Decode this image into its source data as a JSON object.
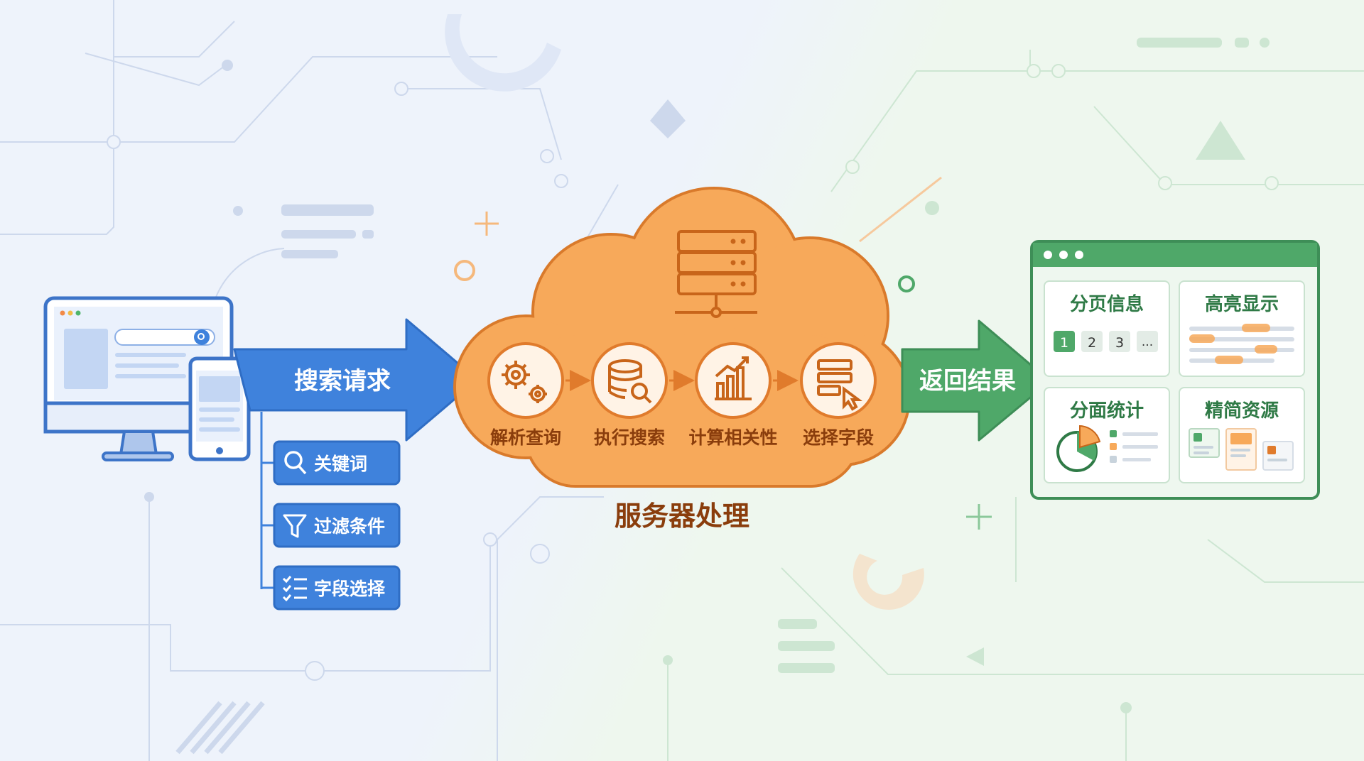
{
  "request": {
    "label": "搜索请求",
    "params": [
      {
        "label": "关键词",
        "icon": "search-icon"
      },
      {
        "label": "过滤条件",
        "icon": "filter-icon"
      },
      {
        "label": "字段选择",
        "icon": "checklist-icon"
      }
    ]
  },
  "server": {
    "title": "服务器处理",
    "icon": "server-icon",
    "steps": [
      {
        "label": "解析查询",
        "icon": "gears-icon"
      },
      {
        "label": "执行搜索",
        "icon": "database-search-icon"
      },
      {
        "label": "计算相关性",
        "icon": "bar-chart-icon"
      },
      {
        "label": "选择字段",
        "icon": "field-select-icon"
      }
    ]
  },
  "response": {
    "label": "返回结果",
    "panels": {
      "pagination": {
        "title": "分页信息",
        "pages": [
          "1",
          "2",
          "3",
          "..."
        ]
      },
      "highlight": {
        "title": "高亮显示"
      },
      "facets": {
        "title": "分面统计"
      },
      "resources": {
        "title": "精简资源"
      }
    }
  },
  "colors": {
    "blue": "#3f82dc",
    "orange": "#f7a95a",
    "orange_dark": "#c8651a",
    "green": "#4fa869",
    "brown_text": "#8a3d0c"
  }
}
